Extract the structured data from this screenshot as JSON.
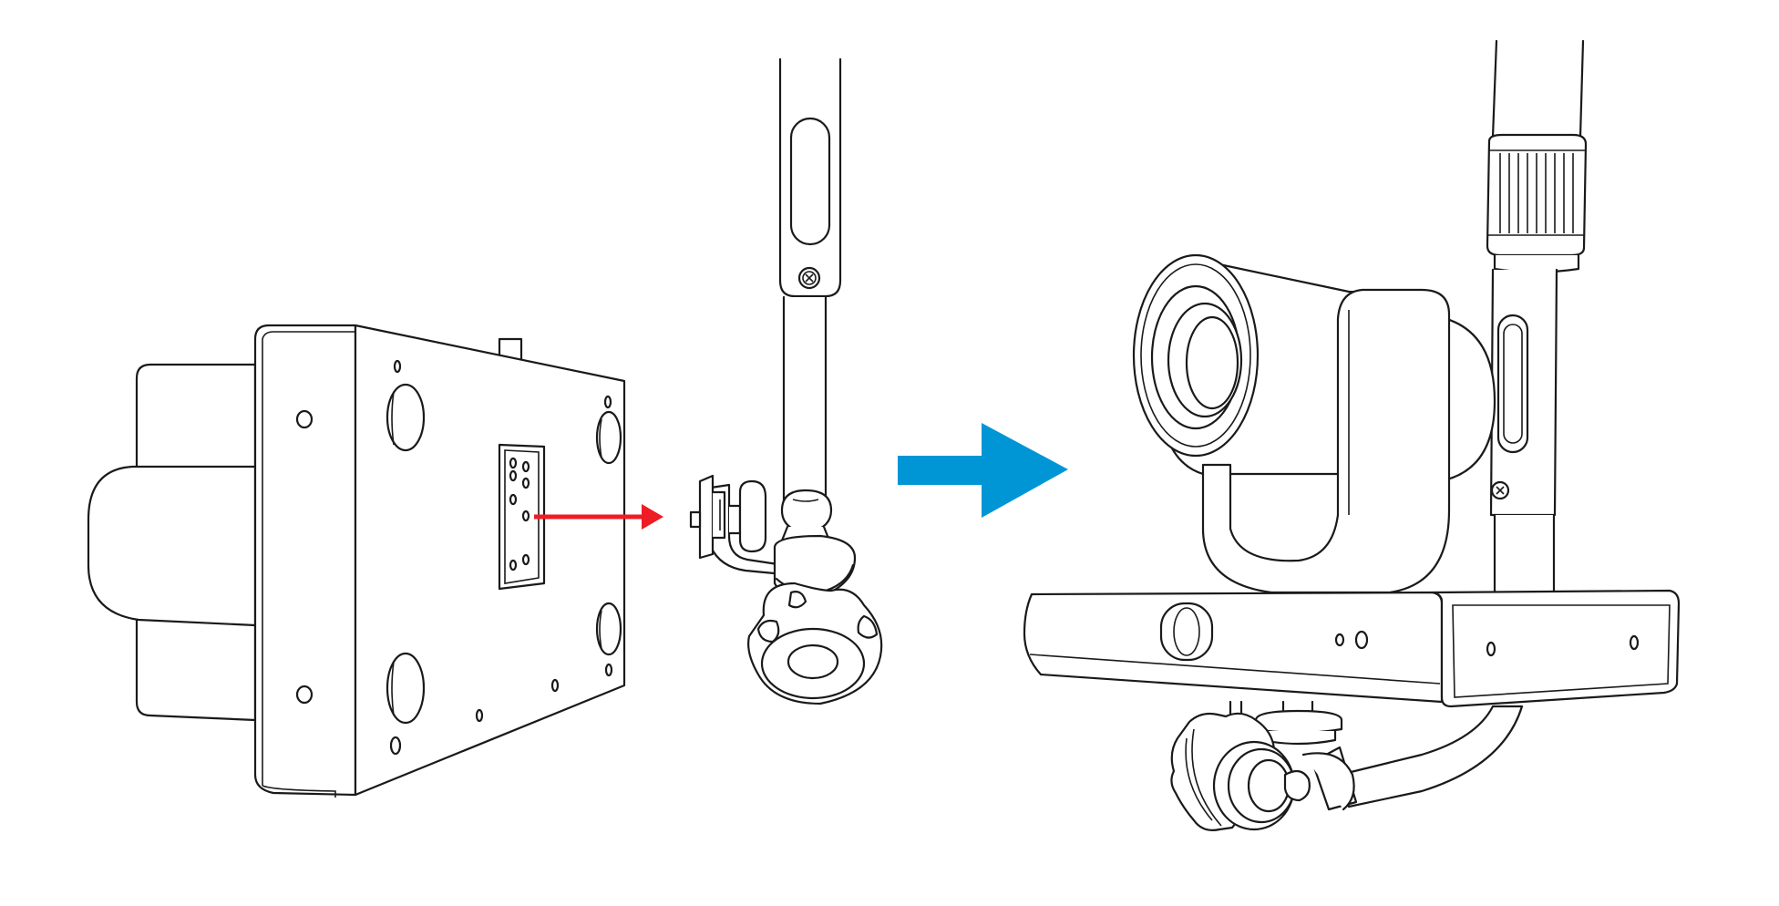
{
  "diagram": {
    "steps": [
      {
        "id": "camera-base-underside",
        "icon": "mounting-plate-icon"
      },
      {
        "id": "pole-clamp-mount",
        "icon": "ball-joint-clamp-icon"
      },
      {
        "id": "assembled-camera-on-pole",
        "icon": "ptz-camera-icon"
      }
    ],
    "arrows": [
      {
        "id": "attach-arrow",
        "color": "#ee1c25",
        "direction": "right"
      },
      {
        "id": "result-arrow",
        "color": "#0096d6",
        "direction": "right"
      }
    ],
    "colors": {
      "line": "#1a1a1a",
      "fill": "#ffffff",
      "attach_arrow": "#ee1c25",
      "result_arrow": "#0096d6"
    }
  }
}
